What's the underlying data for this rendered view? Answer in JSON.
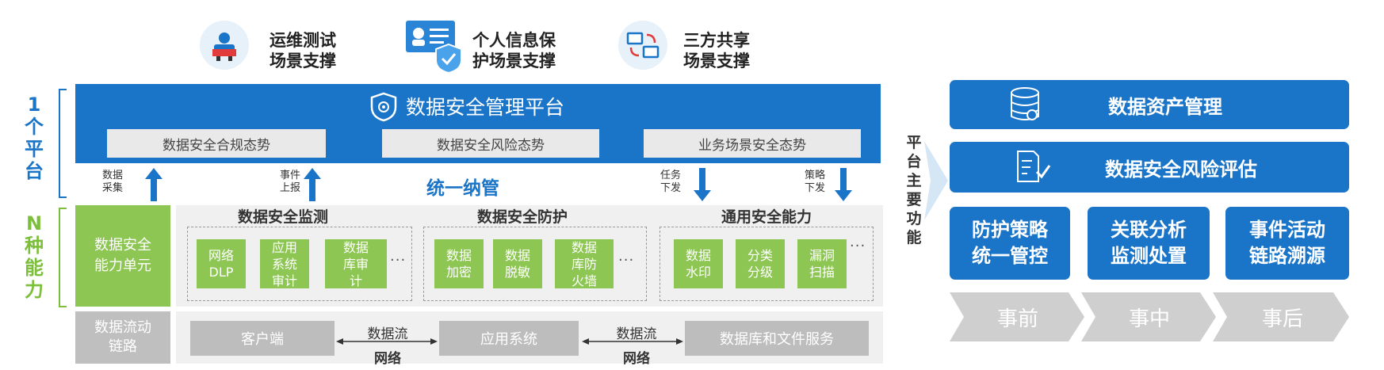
{
  "scenarios": [
    {
      "label": "运维测试\n场景支撑",
      "icon": "maintenance-icon"
    },
    {
      "label": "个人信息保\n护场景支撑",
      "icon": "id-shield-icon"
    },
    {
      "label": "三方共享\n场景支撑",
      "icon": "share-devices-icon"
    }
  ],
  "left_labels": {
    "platform": "1\n个\n平\n台",
    "abilities": "N\n种\n能\n力"
  },
  "platform": {
    "title": "数据安全管理平台",
    "boxes": [
      "数据安全合规态势",
      "数据安全风险态势",
      "业务场景安全态势"
    ]
  },
  "arrows": {
    "collect": "数据\n采集",
    "report": "事件\n上报",
    "task": "任务\n下发",
    "policy": "策略\n下发"
  },
  "unified": "统一纳管",
  "capability_unit": "数据安全\n能力单元",
  "sections": [
    {
      "title": "数据安全监测",
      "items": [
        "网络\nDLP",
        "应用\n系统\n审计",
        "数据\n库审\n计"
      ],
      "more": "···"
    },
    {
      "title": "数据安全防护",
      "items": [
        "数据\n加密",
        "数据\n脱敏",
        "数据\n库防\n火墙"
      ],
      "more": "···"
    },
    {
      "title": "通用安全能力",
      "items": [
        "数据\n水印",
        "分类\n分级",
        "漏洞\n扫描"
      ],
      "more": "···"
    }
  ],
  "flow": {
    "left": "数据流动\n链路",
    "nodes": [
      "客户端",
      "应用系统",
      "数据库和文件服务"
    ],
    "link_top": "数据流",
    "link_bottom": "网络"
  },
  "main_functions_label": "平\n台\n主\n要\n功\n能",
  "right": {
    "bars": [
      {
        "label": "数据资产管理",
        "icon": "data-database-icon"
      },
      {
        "label": "数据安全风险评估",
        "icon": "doc-check-icon"
      }
    ],
    "squares": [
      "防护策略\n统一管控",
      "关联分析\n监测处置",
      "事件活动\n链路溯源"
    ],
    "phases": [
      "事前",
      "事中",
      "事后"
    ]
  },
  "colors": {
    "blue": "#1a74c8",
    "green": "#8dc653",
    "grey": "#bdbdbd"
  }
}
